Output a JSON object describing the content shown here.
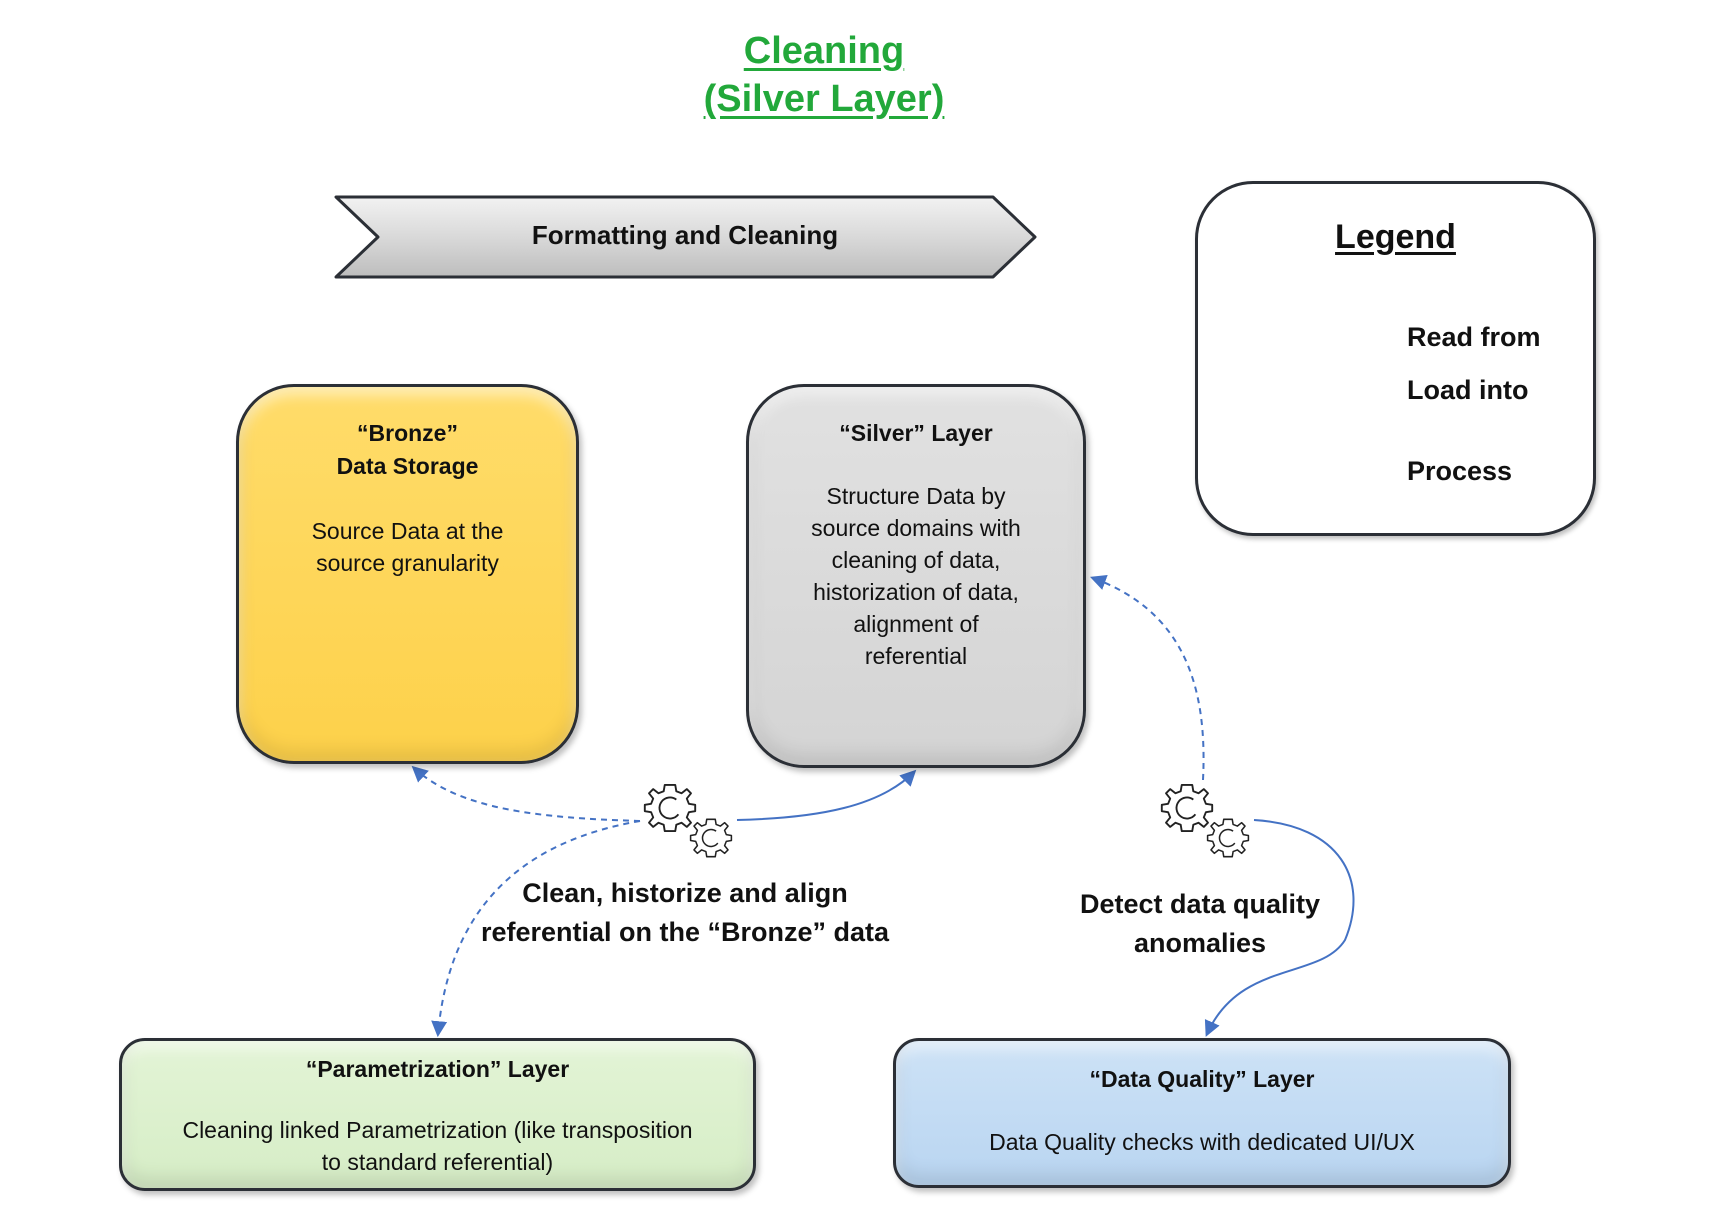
{
  "title": {
    "line1": "Cleaning",
    "line2": "(Silver Layer)"
  },
  "banner": {
    "label": "Formatting and Cleaning"
  },
  "legend": {
    "title": "Legend",
    "items": [
      {
        "label": "Read from",
        "icon": "dashed-arrow-icon"
      },
      {
        "label": "Load into",
        "icon": "solid-arrow-icon"
      },
      {
        "label": "Process",
        "icon": "gears-icon"
      }
    ]
  },
  "boxes": {
    "bronze": {
      "title_line1": "“Bronze”",
      "title_line2": "Data Storage",
      "body": [
        "Source Data at the",
        "source granularity"
      ],
      "color": "#fdd14a"
    },
    "silver": {
      "title": "“Silver” Layer",
      "body": [
        "Structure Data by",
        "source domains with",
        "cleaning of data,",
        "historization of data,",
        "alignment of",
        "referential"
      ],
      "color": "#d4d4d4"
    },
    "parametrization": {
      "title": "“Parametrization” Layer",
      "body": [
        "Cleaning linked Parametrization (like transposition",
        "to standard referential)"
      ],
      "color": "#d6edc6"
    },
    "data_quality": {
      "title": "“Data Quality” Layer",
      "body": [
        "Data Quality checks with dedicated UI/UX"
      ],
      "color": "#b9d5f1"
    }
  },
  "captions": {
    "clean": [
      "Clean, historize and align",
      "referential on the “Bronze” data"
    ],
    "detect": [
      "Detect data quality",
      "anomalies"
    ]
  },
  "colors": {
    "title": "#22a83a",
    "arrow": "#4472c4",
    "border": "#2b2f36"
  }
}
